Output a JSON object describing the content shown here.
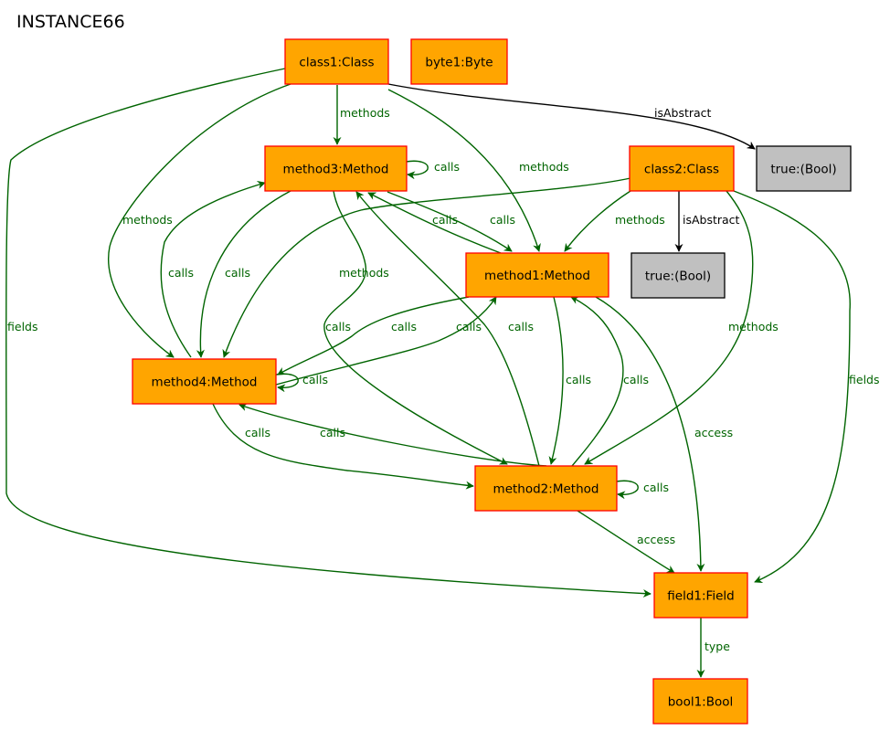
{
  "title": "INSTANCE66",
  "colors": {
    "object_fill": "#ffa500",
    "object_border": "#ff0000",
    "value_fill": "#c0c0c0",
    "value_border": "#000000",
    "edge_green": "#006400",
    "edge_black": "#000000"
  },
  "nodes": [
    {
      "id": "class1",
      "label": "class1:Class",
      "kind": "object"
    },
    {
      "id": "byte1",
      "label": "byte1:Byte",
      "kind": "object"
    },
    {
      "id": "true_a",
      "label": "true:(Bool)",
      "kind": "value"
    },
    {
      "id": "method3",
      "label": "method3:Method",
      "kind": "object"
    },
    {
      "id": "class2",
      "label": "class2:Class",
      "kind": "object"
    },
    {
      "id": "true_b",
      "label": "true:(Bool)",
      "kind": "value"
    },
    {
      "id": "method1",
      "label": "method1:Method",
      "kind": "object"
    },
    {
      "id": "method4",
      "label": "method4:Method",
      "kind": "object"
    },
    {
      "id": "method2",
      "label": "method2:Method",
      "kind": "object"
    },
    {
      "id": "field1",
      "label": "field1:Field",
      "kind": "object"
    },
    {
      "id": "bool1",
      "label": "bool1:Bool",
      "kind": "object"
    }
  ],
  "edges": [
    {
      "id": "e1",
      "from": "class1",
      "to": "method3",
      "label": "methods"
    },
    {
      "id": "e2",
      "from": "class1",
      "to": "true_a",
      "label": "isAbstract"
    },
    {
      "id": "e3",
      "from": "class1",
      "to": "method1",
      "label": "methods"
    },
    {
      "id": "e4",
      "from": "class1",
      "to": "method4",
      "label": "methods"
    },
    {
      "id": "e5",
      "from": "class1",
      "to": "field1",
      "label": "fields"
    },
    {
      "id": "e6",
      "from": "method3",
      "to": "method3",
      "label": "calls"
    },
    {
      "id": "e7",
      "from": "method1",
      "to": "method3",
      "label": "calls"
    },
    {
      "id": "e8",
      "from": "method3",
      "to": "method1",
      "label": "calls"
    },
    {
      "id": "e9",
      "from": "class2",
      "to": "method1",
      "label": "methods"
    },
    {
      "id": "e10",
      "from": "class2",
      "to": "true_b",
      "label": "isAbstract"
    },
    {
      "id": "e11",
      "from": "class2",
      "to": "method4",
      "label": "methods"
    },
    {
      "id": "e12",
      "from": "class2",
      "to": "method2",
      "label": "methods"
    },
    {
      "id": "e13",
      "from": "class2",
      "to": "field1",
      "label": "fields"
    },
    {
      "id": "e14",
      "from": "method4",
      "to": "method3",
      "label": "calls"
    },
    {
      "id": "e15",
      "from": "method3",
      "to": "method4",
      "label": "calls"
    },
    {
      "id": "e16",
      "from": "method3",
      "to": "method2",
      "label": "calls"
    },
    {
      "id": "e17",
      "from": "method1",
      "to": "method4",
      "label": "calls"
    },
    {
      "id": "e18",
      "from": "method4",
      "to": "method1",
      "label": "calls"
    },
    {
      "id": "e19",
      "from": "method2",
      "to": "method3",
      "label": "calls"
    },
    {
      "id": "e20",
      "from": "method4",
      "to": "method4",
      "label": "calls"
    },
    {
      "id": "e21",
      "from": "method1",
      "to": "method2",
      "label": "calls"
    },
    {
      "id": "e22",
      "from": "method2",
      "to": "method1",
      "label": "calls"
    },
    {
      "id": "e23",
      "from": "method1",
      "to": "field1",
      "label": "access"
    },
    {
      "id": "e24",
      "from": "method4",
      "to": "method2",
      "label": "calls"
    },
    {
      "id": "e25",
      "from": "method2",
      "to": "method4",
      "label": "calls"
    },
    {
      "id": "e26",
      "from": "method2",
      "to": "method2",
      "label": "calls"
    },
    {
      "id": "e27",
      "from": "method2",
      "to": "field1",
      "label": "access"
    },
    {
      "id": "e28",
      "from": "field1",
      "to": "bool1",
      "label": "type"
    }
  ]
}
